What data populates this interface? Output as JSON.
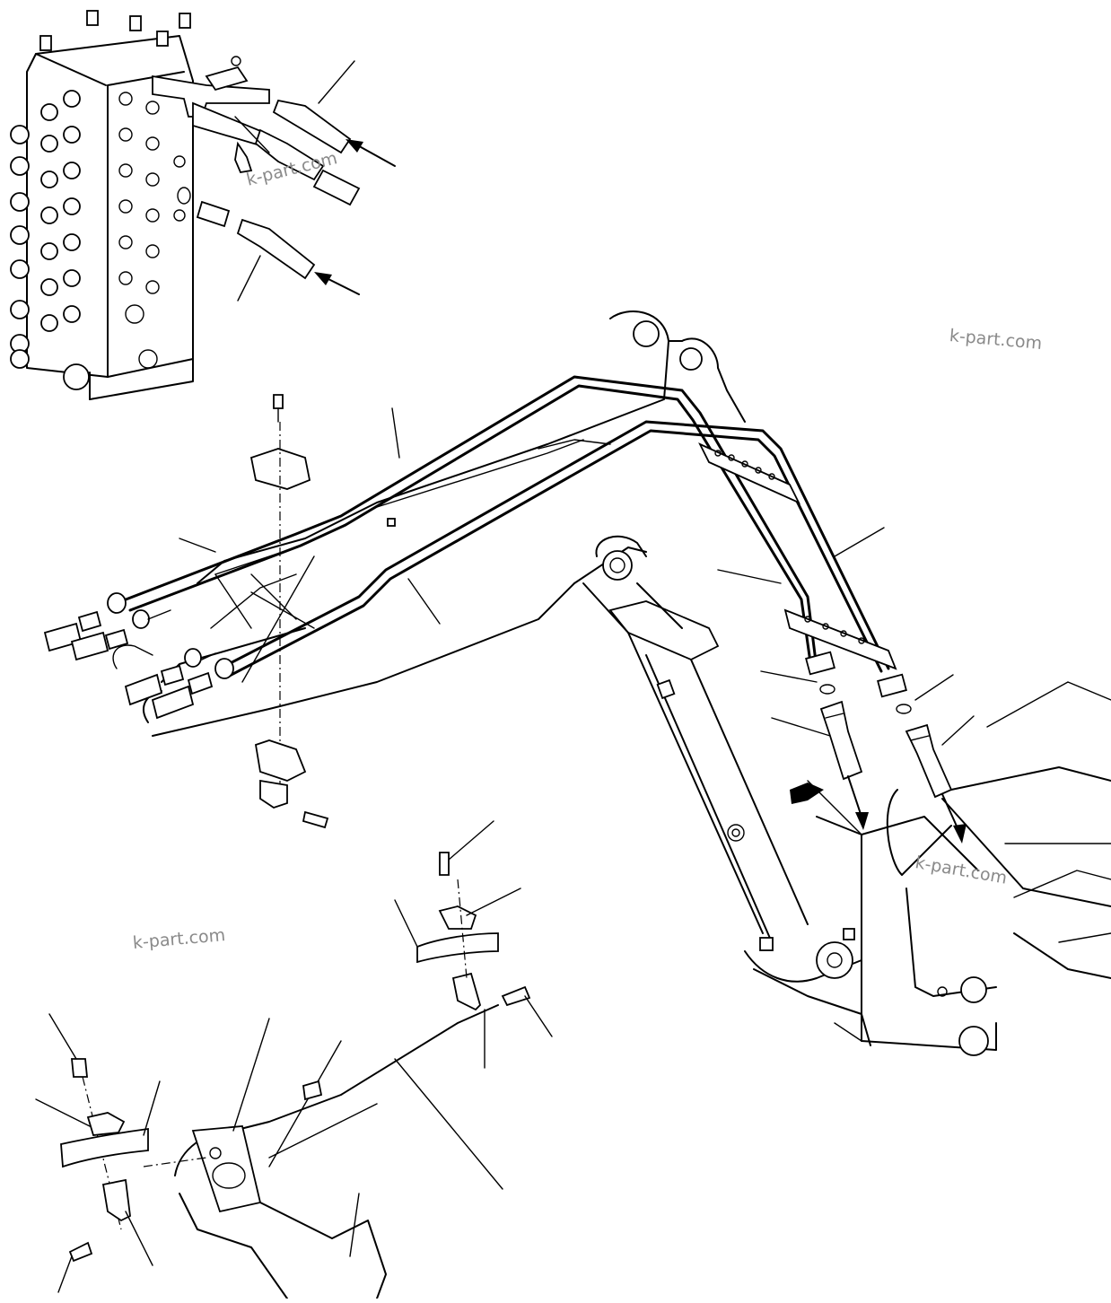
{
  "watermarks": [
    "k-part.com",
    "k-part.com",
    "k-part.com",
    "k-part.com"
  ],
  "colors": {
    "ink": "#000000",
    "background": "#ffffff",
    "watermark": "#8a8a8a"
  }
}
